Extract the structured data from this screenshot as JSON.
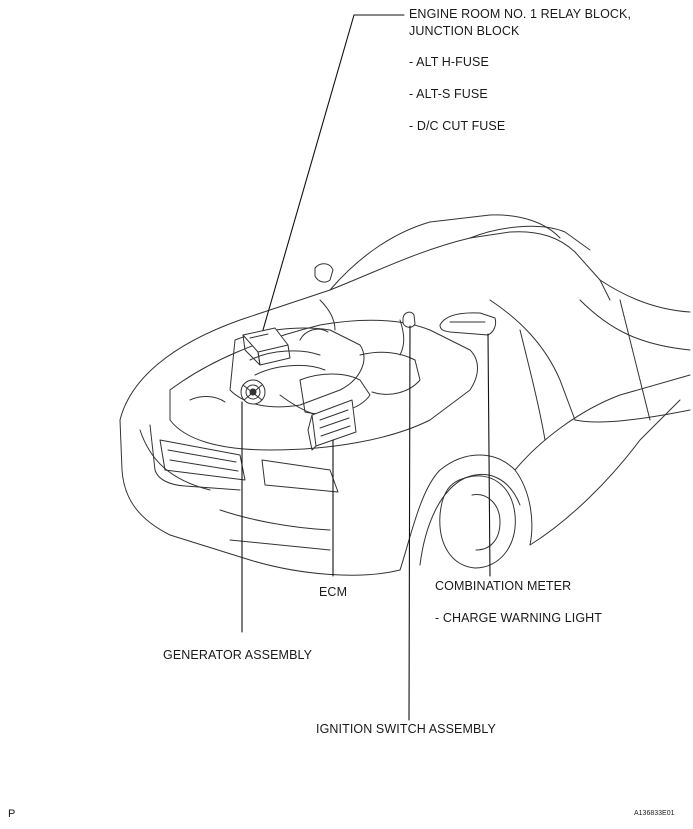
{
  "labels": {
    "relay_block_line1": "ENGINE ROOM NO. 1 RELAY BLOCK,",
    "relay_block_line2": "JUNCTION BLOCK",
    "alt_h_fuse": "- ALT H-FUSE",
    "alt_s_fuse": "- ALT-S FUSE",
    "dc_cut_fuse": "- D/C CUT FUSE",
    "combination_meter": "COMBINATION METER",
    "charge_warning_light": "- CHARGE WARNING LIGHT",
    "ecm": "ECM",
    "generator_assembly": "GENERATOR ASSEMBLY",
    "ignition_switch_assembly": "IGNITION SWITCH ASSEMBLY"
  },
  "footer": {
    "page_marker": "P",
    "figure_code": "A136833E01"
  }
}
